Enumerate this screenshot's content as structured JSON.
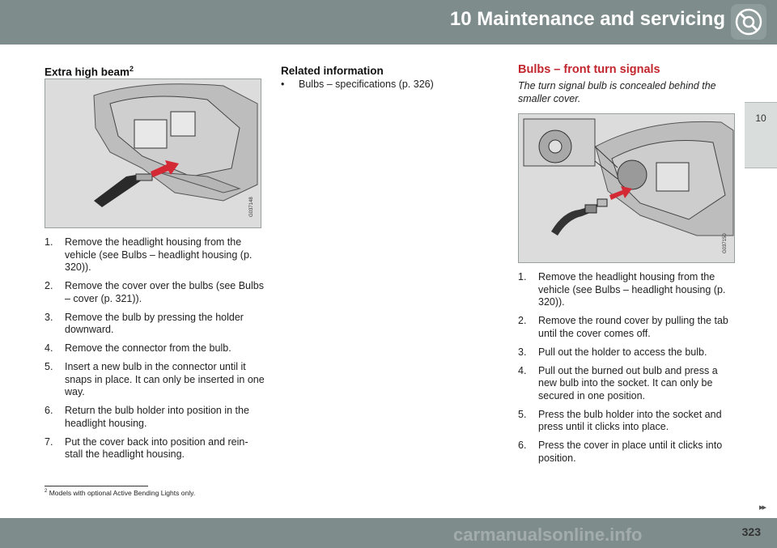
{
  "header": {
    "title": "10 Maintenance and servicing",
    "icon": "wrench-gear-icon"
  },
  "side_tab": {
    "label": "10"
  },
  "left": {
    "heading": "Extra high beam",
    "heading_sup": "2",
    "figure_code": "G037148",
    "steps": [
      {
        "num": "1.",
        "text": "Remove the headlight housing from the vehicle (see Bulbs – headlight housing (p. 320))."
      },
      {
        "num": "2.",
        "text": "Remove the cover over the bulbs (see Bulbs – cover (p. 321))."
      },
      {
        "num": "3.",
        "text": "Remove the bulb by pressing the holder downward."
      },
      {
        "num": "4.",
        "text": "Remove the connector from the bulb."
      },
      {
        "num": "5.",
        "text": "Insert a new bulb in the connector until it snaps in place. It can only be inserted in one way."
      },
      {
        "num": "6.",
        "text": "Return the bulb holder into position in the headlight housing."
      },
      {
        "num": "7.",
        "text": "Put the cover back into position and rein-stall the headlight housing."
      }
    ]
  },
  "middle": {
    "heading": "Related information",
    "bullet": "•",
    "items": [
      "Bulbs – specifications (p. 326)"
    ]
  },
  "right": {
    "heading": "Bulbs – front turn signals",
    "intro": "The turn signal bulb is concealed behind the smaller cover.",
    "figure_code": "G037150",
    "steps": [
      {
        "num": "1.",
        "text": "Remove the headlight housing from the vehicle (see Bulbs – headlight housing (p. 320))."
      },
      {
        "num": "2.",
        "text": "Remove the round cover by pulling the tab until the cover comes off."
      },
      {
        "num": "3.",
        "text": "Pull out the holder to access the bulb."
      },
      {
        "num": "4.",
        "text": "Pull out the burned out bulb and press a new bulb into the socket. It can only be secured in one position."
      },
      {
        "num": "5.",
        "text": "Press the bulb holder into the socket and press until it clicks into place."
      },
      {
        "num": "6.",
        "text": "Press the cover in place until it clicks into position."
      }
    ]
  },
  "footnote": {
    "num": "2",
    "text": "Models with optional Active Bending Lights only."
  },
  "footer": {
    "page": "323",
    "arrows": "▸▸",
    "watermark": "carmanualsonline.info"
  },
  "colors": {
    "band": "#7f8c8c",
    "heading_red": "#c2262e",
    "arrow_red": "#d42a36",
    "tab": "#d9dedd"
  }
}
